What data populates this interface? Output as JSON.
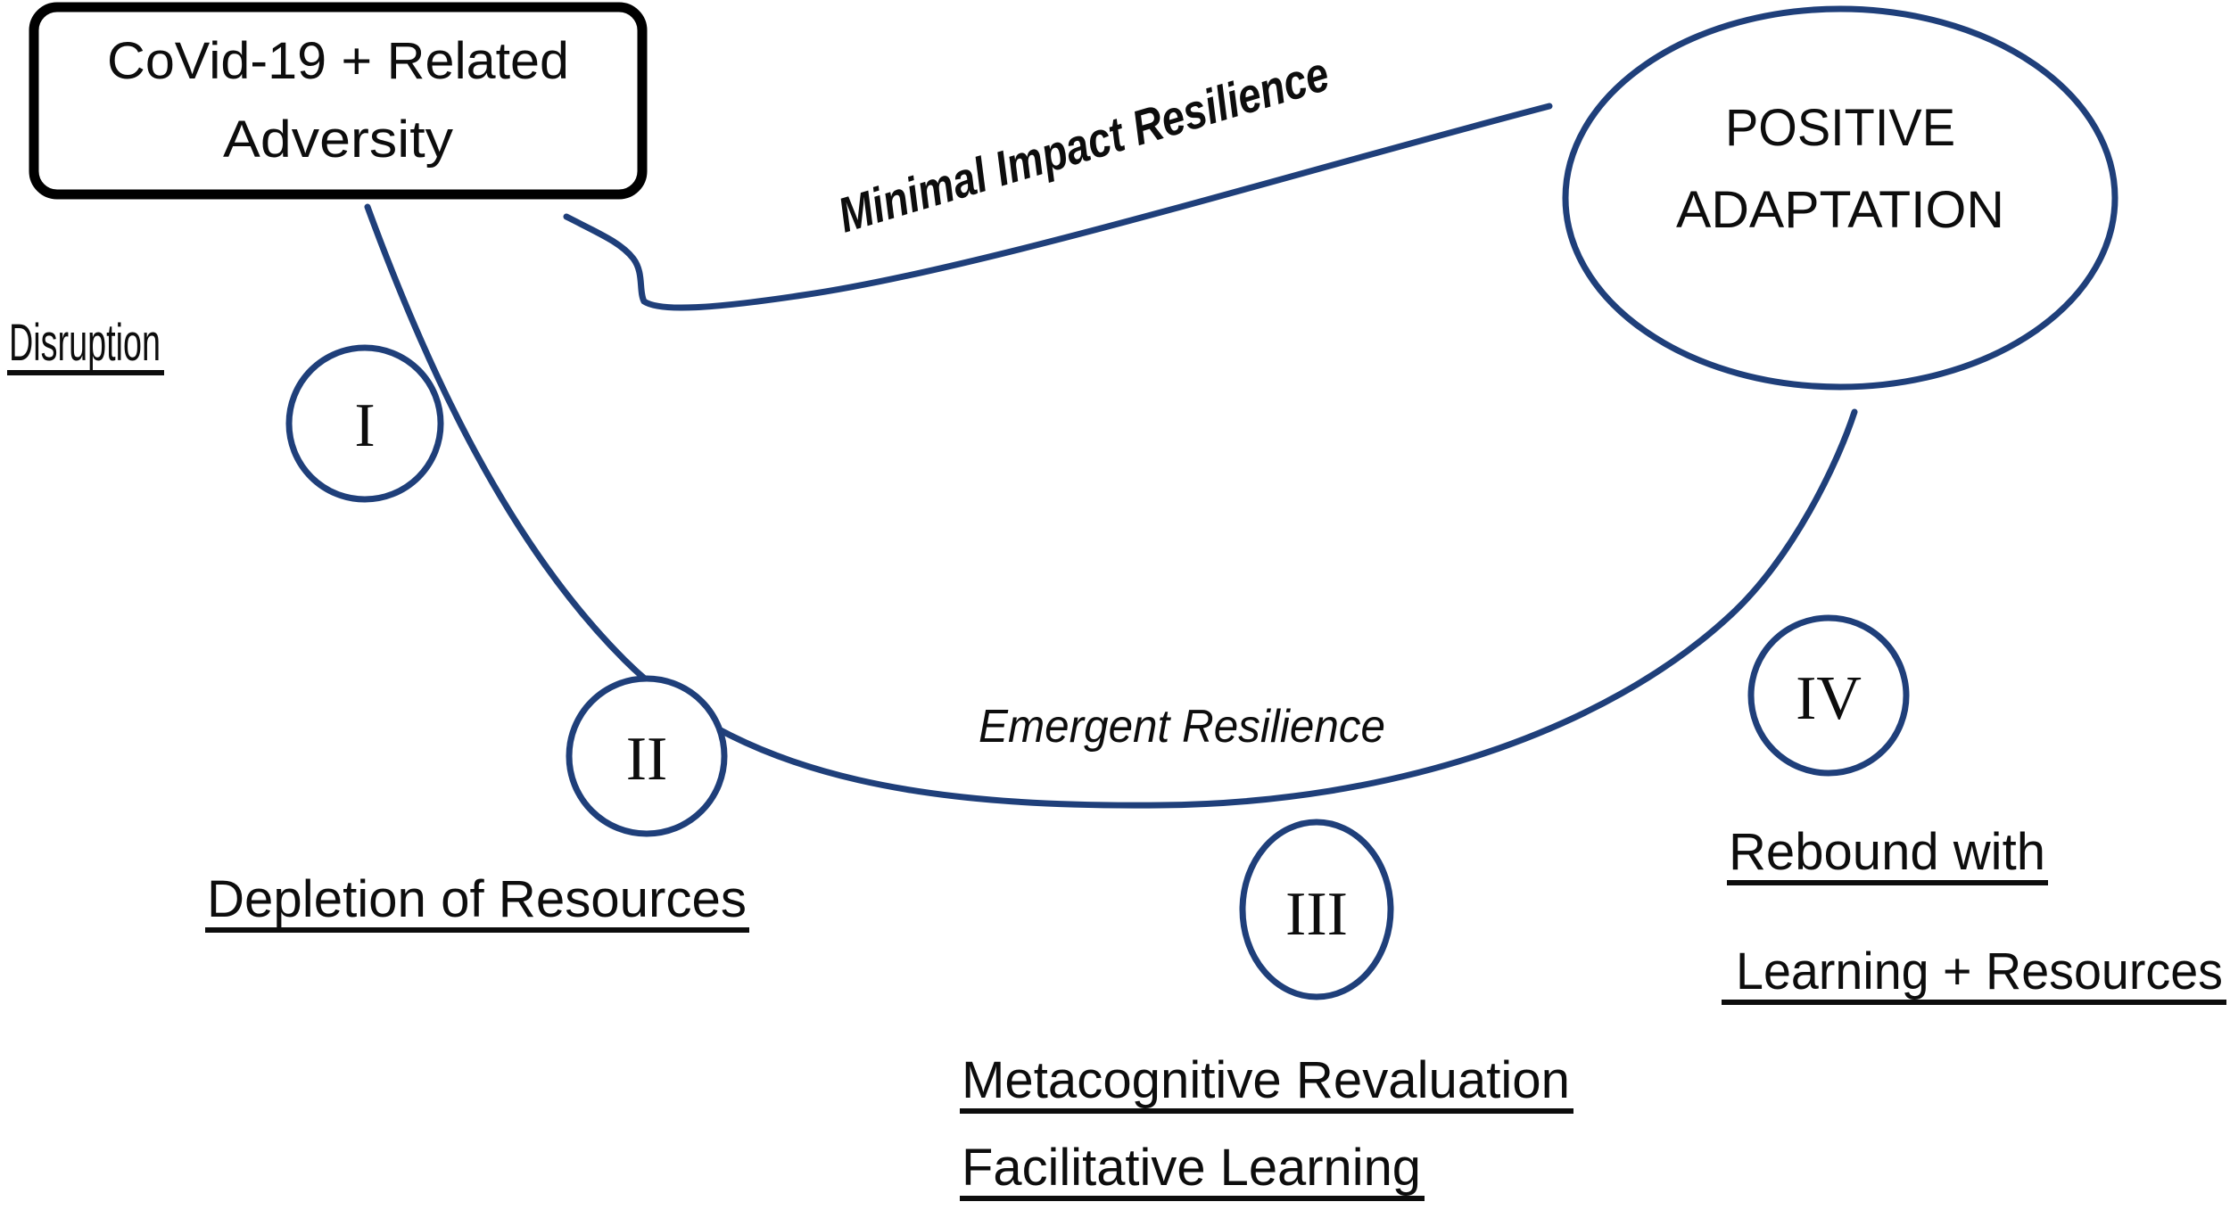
{
  "diagram": {
    "title_box": {
      "name": "covid-adversity-box",
      "lines": [
        "CoVid-19 + Related",
        "Adversity"
      ],
      "border_color": "#000000",
      "fill": "#ffffff"
    },
    "outcome_oval": {
      "name": "positive-adaptation-oval",
      "lines": [
        "POSITIVE",
        "ADAPTATION"
      ],
      "border_color": "#1f3f7a",
      "fill": "#ffffff"
    },
    "path_labels": {
      "minimal_impact": "Minimal Impact Resilience",
      "emergent": "Emergent Resilience"
    },
    "stages": [
      {
        "numeral": "I",
        "label_lines": [
          "Disruption"
        ]
      },
      {
        "numeral": "II",
        "label_lines": [
          "Depletion of Resources"
        ]
      },
      {
        "numeral": "III",
        "label_lines": [
          "Metacognitive Revaluation",
          "Facilitative Learning"
        ]
      },
      {
        "numeral": "IV",
        "label_lines": [
          "Rebound with",
          "Learning + Resources"
        ]
      }
    ],
    "colors": {
      "line_blue": "#1f3f7a",
      "text_black": "#0d0d0d",
      "background": "#ffffff"
    }
  }
}
